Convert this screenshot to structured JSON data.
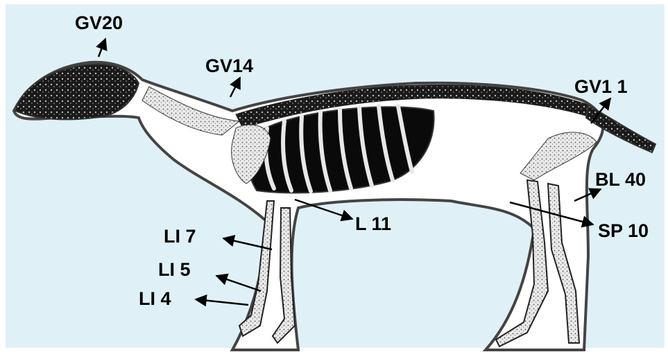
{
  "labels": {
    "gv20": "GV20",
    "gv14": "GV14",
    "gv11": "GV1 1",
    "bl40": "BL 40",
    "sp10": "SP 10",
    "l11": "L 11",
    "li7": "LI 7",
    "li5": "LI 5",
    "li4": "LI 4"
  },
  "colors": {
    "background": "#dff1f6",
    "body_fill": "#ffffff",
    "skeleton": "#0a0a0a",
    "arrow": "#000000"
  }
}
